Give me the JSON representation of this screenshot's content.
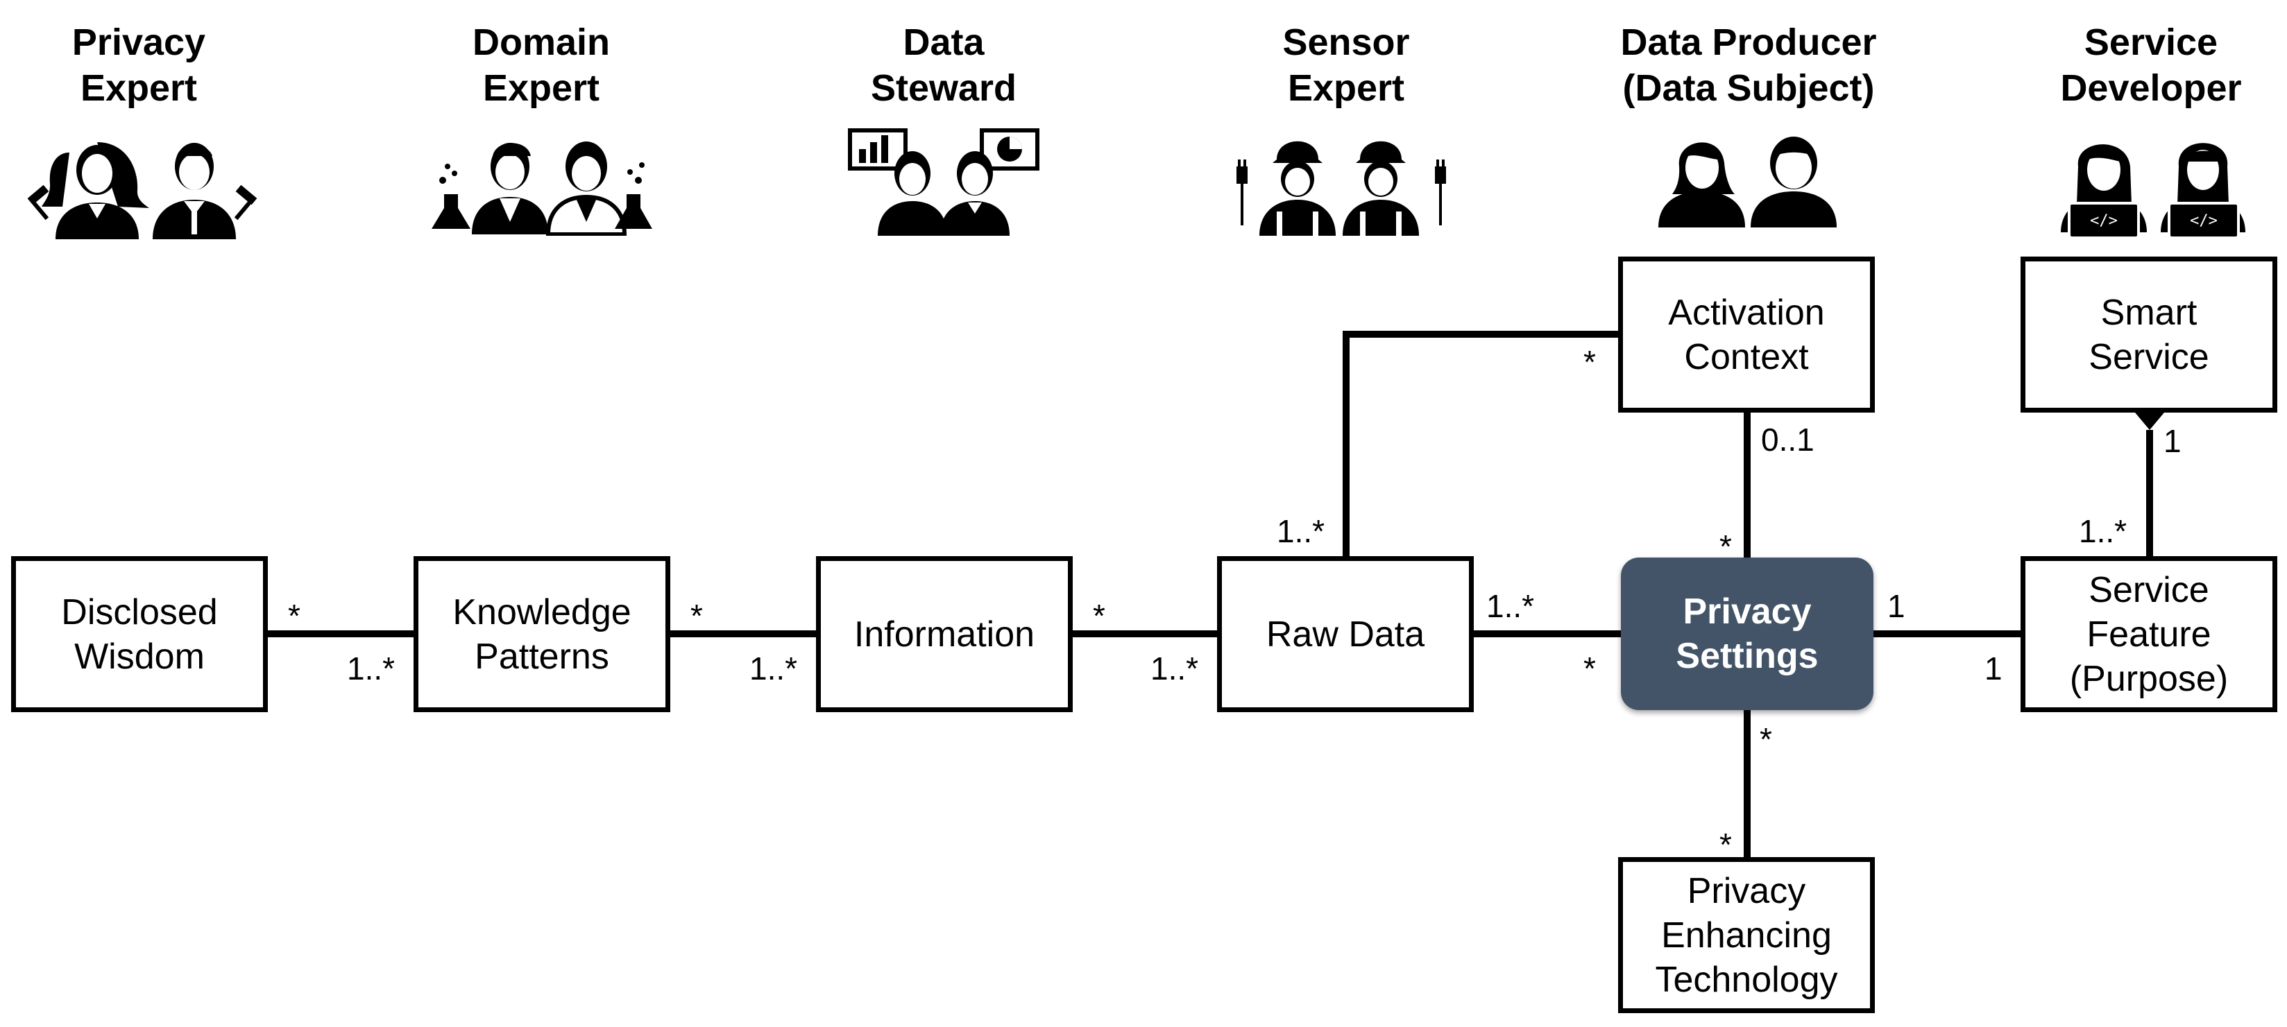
{
  "roles": [
    {
      "id": "privacy-expert",
      "line1": "Privacy",
      "line2": "Expert"
    },
    {
      "id": "domain-expert",
      "line1": "Domain",
      "line2": "Expert"
    },
    {
      "id": "data-steward",
      "line1": "Data",
      "line2": "Steward"
    },
    {
      "id": "sensor-expert",
      "line1": "Sensor",
      "line2": "Expert"
    },
    {
      "id": "data-producer",
      "line1": "Data Producer",
      "line2": "(Data Subject)"
    },
    {
      "id": "service-developer",
      "line1": "Service",
      "line2": "Developer"
    }
  ],
  "boxes": {
    "disclosed_wisdom": {
      "line1": "Disclosed",
      "line2": "Wisdom"
    },
    "knowledge_patterns": {
      "line1": "Knowledge",
      "line2": "Patterns"
    },
    "information": {
      "line1": "Information"
    },
    "raw_data": {
      "line1": "Raw Data"
    },
    "privacy_settings": {
      "line1": "Privacy",
      "line2": "Settings"
    },
    "service_feature": {
      "line1": "Service",
      "line2": "Feature",
      "line3": "(Purpose)"
    },
    "activation_context": {
      "line1": "Activation",
      "line2": "Context"
    },
    "smart_service": {
      "line1": "Smart",
      "line2": "Service"
    },
    "privacy_enhancing_technology": {
      "line1": "Privacy",
      "line2": "Enhancing",
      "line3": "Technology"
    }
  },
  "multiplicities": {
    "wisdom_knowledge_left": "*",
    "wisdom_knowledge_right": "1..*",
    "knowledge_information_left": "*",
    "knowledge_information_right": "1..*",
    "information_raw_left": "*",
    "information_raw_right": "1..*",
    "raw_settings_left": "1..*",
    "raw_settings_right": "*",
    "raw_activation_bottom": "1..*",
    "raw_activation_top": "*",
    "activation_settings_top": "0..1",
    "activation_settings_bottom": "*",
    "settings_feature_left": "1",
    "settings_feature_right": "1",
    "smart_feature_top": "1",
    "smart_feature_bottom": "1..*",
    "settings_pet_top": "*",
    "settings_pet_bottom": "*"
  },
  "colors": {
    "central_fill": "#445468",
    "central_text": "#ffffff",
    "line": "#000000"
  }
}
